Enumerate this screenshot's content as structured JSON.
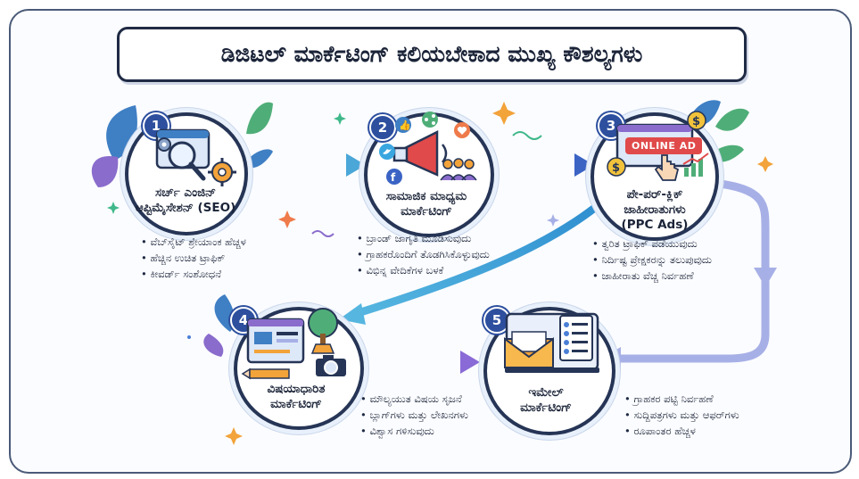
{
  "title": "ಡಿಜಿಟಲ್ ಮಾರ್ಕೆಟಿಂಗ್ ಕಲಿಯಬೇಕಾದ ಮುಖ್ಯ ಕೌಶಲ್ಯಗಳು",
  "steps": [
    {
      "number": "1",
      "title_lines": [
        "ಸರ್ಚ್ ಎಂಜಿನ್",
        "ಆಪ್ಟಿಮೈಸೇಶನ್ (SEO)"
      ],
      "icons": [
        "magnifier-icon",
        "gear-icon"
      ],
      "bullets": [
        "ವೆಬ್‌ಸೈಟ್ ಶ್ರೇಯಾಂಕ ಹೆಚ್ಚಳ",
        "ಹೆಚ್ಚಿನ ಉಚಿತ ಟ್ರಾಫಿಕ್",
        "ಕೀವರ್ಡ್ ಸಂಶೋಧನೆ"
      ]
    },
    {
      "number": "2",
      "title_lines": [
        "ಸಾಮಾಜಿಕ ಮಾಧ್ಯಮ",
        "ಮಾರ್ಕೆಟಿಂಗ್"
      ],
      "icons": [
        "megaphone-icon",
        "like-icon",
        "share-icon",
        "heart-icon",
        "twitter-icon",
        "facebook-icon",
        "people-icon"
      ],
      "bullets": [
        "ಬ್ರಾಂಡ್ ಜಾಗೃತಿ ಮೂಡಿಸುವುದು",
        "ಗ್ರಾಹಕರೊಂದಿಗೆ ತೊಡಗಿಸಿಕೊಳ್ಳುವುದು",
        "ವಿಭಿನ್ನ ವೇದಿಕೆಗಳ ಬಳಕೆ"
      ]
    },
    {
      "number": "3",
      "title_lines": [
        "ಪೇ-ಪರ್-ಕ್ಲಿಕ್",
        "ಜಾಹೀರಾತುಗಳು",
        "(PPC Ads)"
      ],
      "ad_label": "ONLINE AD",
      "icons": [
        "dollar-coin-icon",
        "cursor-hand-icon",
        "growth-chart-icon"
      ],
      "bullets": [
        "ತ್ವರಿತ ಟ್ರಾಫಿಕ್ ಪಡೆಯುವುದು",
        "ನಿರ್ದಿಷ್ಟ ಪ್ರೇಕ್ಷಕರನ್ನು ತಲುಪುವುದು",
        "ಜಾಹೀರಾತು ವೆಚ್ಚ ನಿರ್ವಹಣೆ"
      ]
    },
    {
      "number": "4",
      "title_lines": [
        "ವಿಷಯಾಧಾರಿತ",
        "ಮಾರ್ಕೆಟಿಂಗ್"
      ],
      "icons": [
        "document-icon",
        "tree-icon",
        "camera-icon",
        "pencil-icon"
      ],
      "bullets": [
        "ಮೌಲ್ಯಯುತ ವಿಷಯ ಸೃಜನೆ",
        "ಬ್ಲಾಗ್‌ಗಳು ಮತ್ತು ಲೇಖನಗಳು",
        "ವಿಶ್ವಾಸ ಗಳಿಸುವುದು"
      ]
    },
    {
      "number": "5",
      "title_lines": [
        "ಇಮೇಲ್",
        "ಮಾರ್ಕೆಟಿಂಗ್"
      ],
      "icons": [
        "envelope-icon",
        "list-icon"
      ],
      "bullets": [
        "ಗ್ರಾಹಕರ ಪಟ್ಟಿ ನಿರ್ವಹಣೆ",
        "ಸುದ್ದಿಪತ್ರಗಳು ಮತ್ತು ಆಫರ್‌ಗಳು",
        "ರೂಪಾಂತರ ಹೆಚ್ಚಳ"
      ]
    }
  ],
  "colors": {
    "frame": "#4a5a78",
    "badge": "#2d4f9e",
    "arrow_green": "#3fb88a",
    "arrow_blue": "#4a7fd6",
    "arrow_purple": "#7a5ac8",
    "arrow_lavender": "#a7b0e6",
    "leaf_blue": "#3f7fc4",
    "leaf_green": "#4fae78",
    "leaf_purple": "#8a6ccc",
    "accent_orange": "#f2a33a"
  }
}
